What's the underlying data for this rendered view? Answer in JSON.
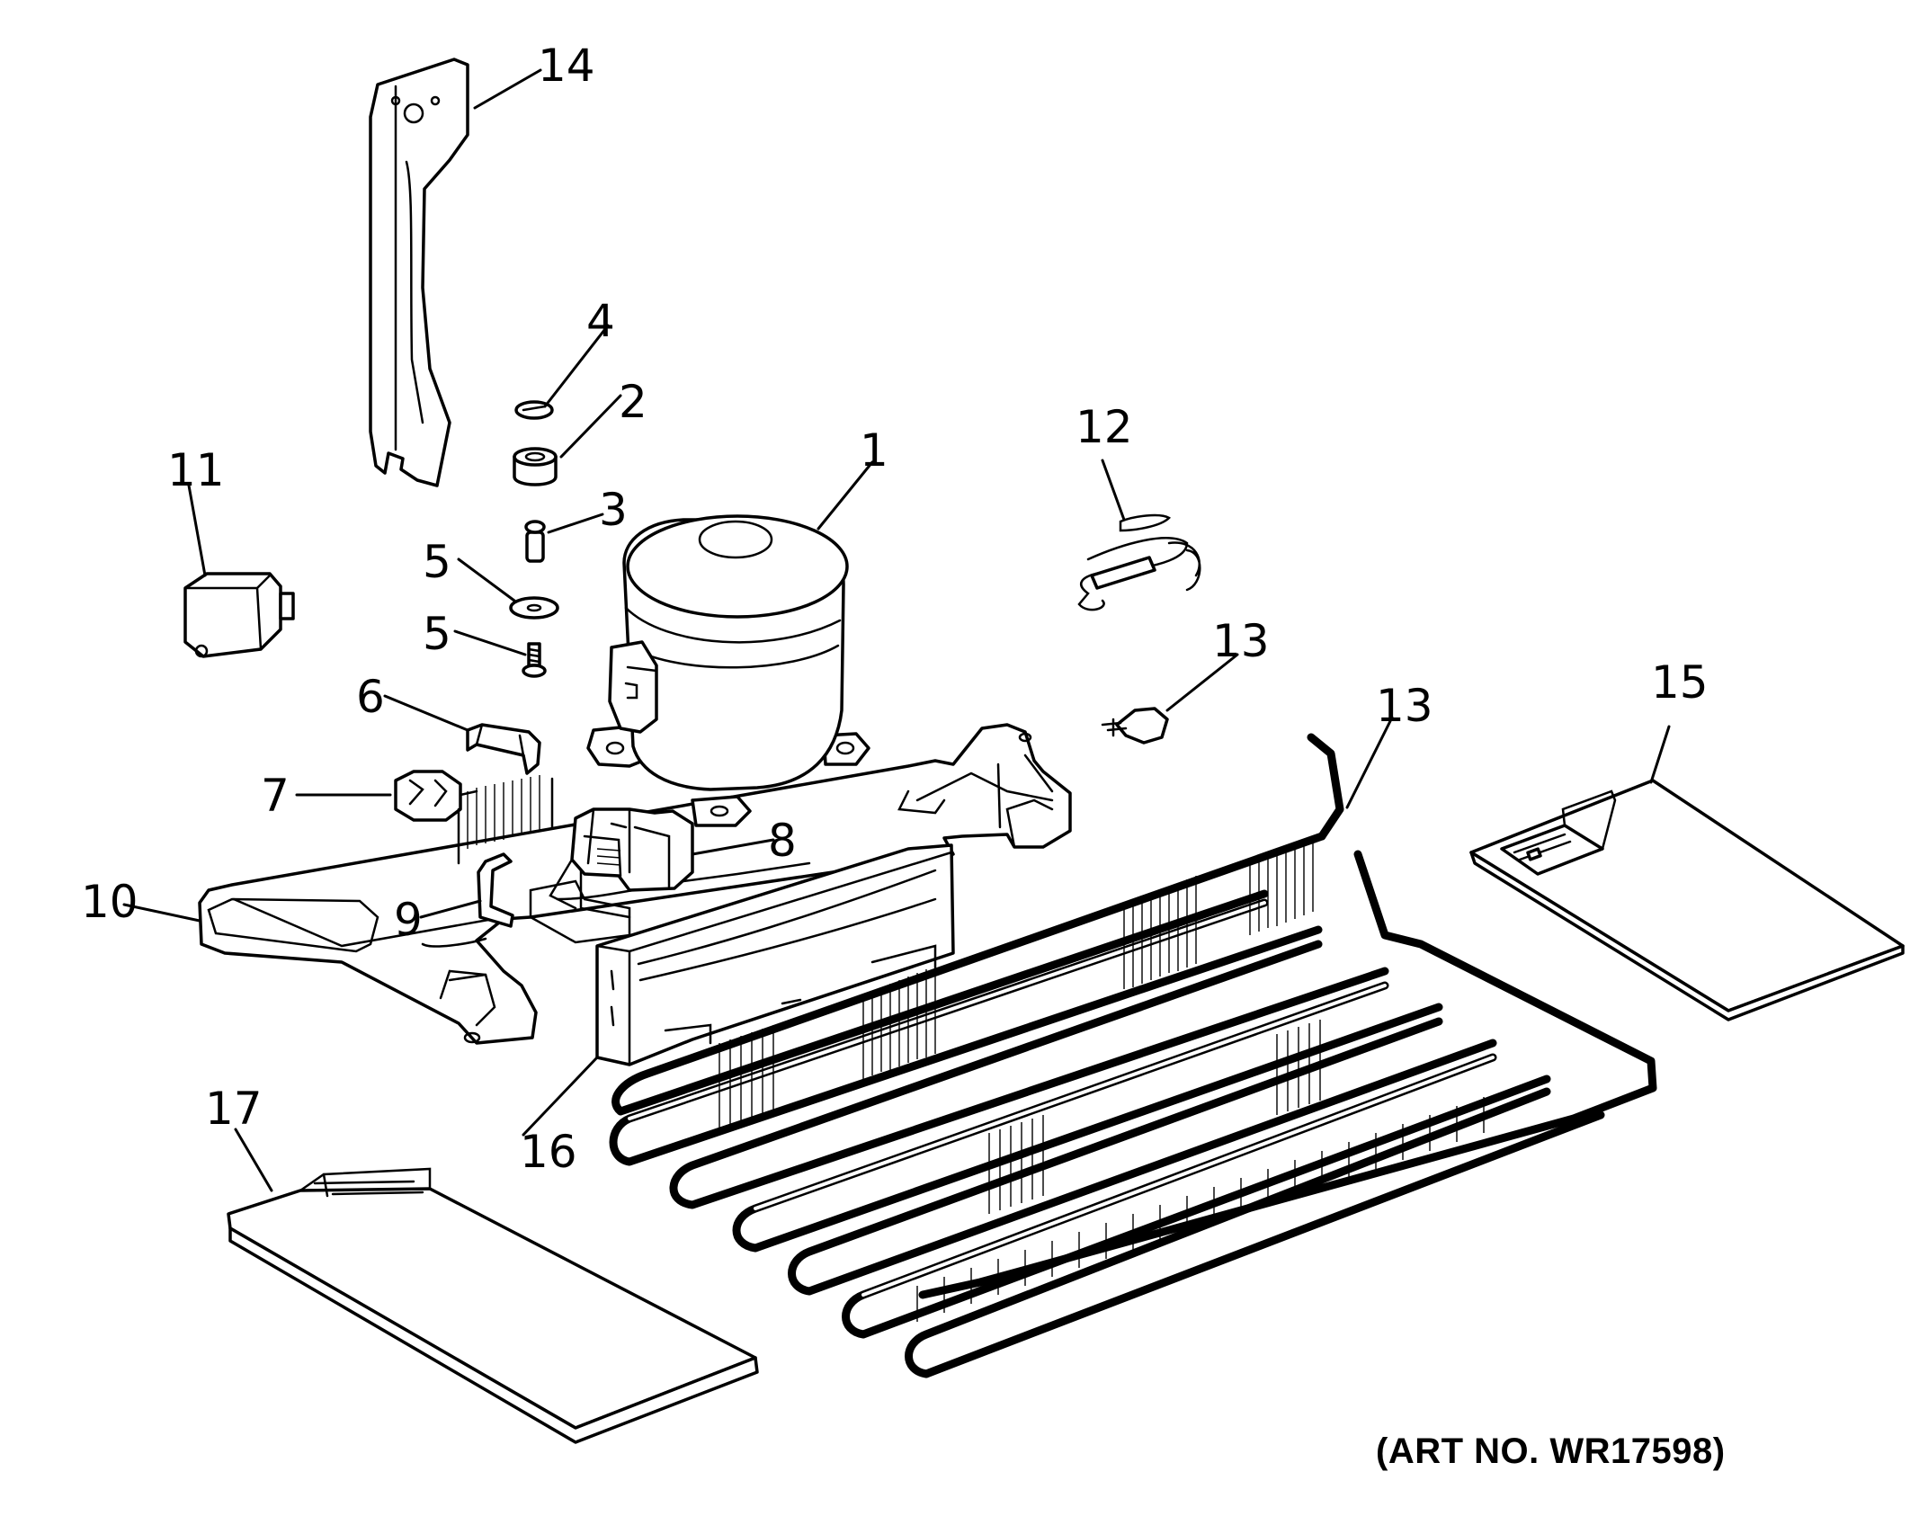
{
  "diagram": {
    "callouts": [
      {
        "id": "1",
        "label": "1"
      },
      {
        "id": "2",
        "label": "2"
      },
      {
        "id": "3",
        "label": "3"
      },
      {
        "id": "4",
        "label": "4"
      },
      {
        "id": "5a",
        "label": "5"
      },
      {
        "id": "5b",
        "label": "5"
      },
      {
        "id": "6",
        "label": "6"
      },
      {
        "id": "7",
        "label": "7"
      },
      {
        "id": "8",
        "label": "8"
      },
      {
        "id": "9",
        "label": "9"
      },
      {
        "id": "10",
        "label": "10"
      },
      {
        "id": "11",
        "label": "11"
      },
      {
        "id": "12",
        "label": "12"
      },
      {
        "id": "13a",
        "label": "13"
      },
      {
        "id": "13b",
        "label": "13"
      },
      {
        "id": "14",
        "label": "14"
      },
      {
        "id": "15",
        "label": "15"
      },
      {
        "id": "16",
        "label": "16"
      },
      {
        "id": "17",
        "label": "17"
      }
    ],
    "art_number": "(ART NO. WR17598)"
  }
}
